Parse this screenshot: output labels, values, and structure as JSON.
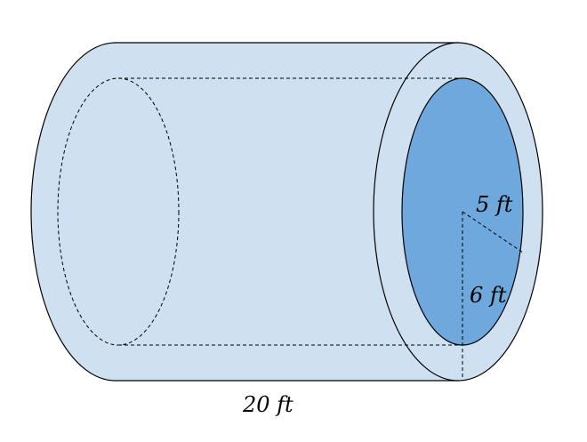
{
  "diagram": {
    "labels": {
      "inner_radius": "5 ft",
      "outer_radius": "6 ft",
      "length": "20 ft"
    },
    "colors": {
      "shell_fill": "#cfe0f1",
      "hollow_fill": "#6fa8dc",
      "stroke": "#000000",
      "background": "#ffffff"
    }
  }
}
